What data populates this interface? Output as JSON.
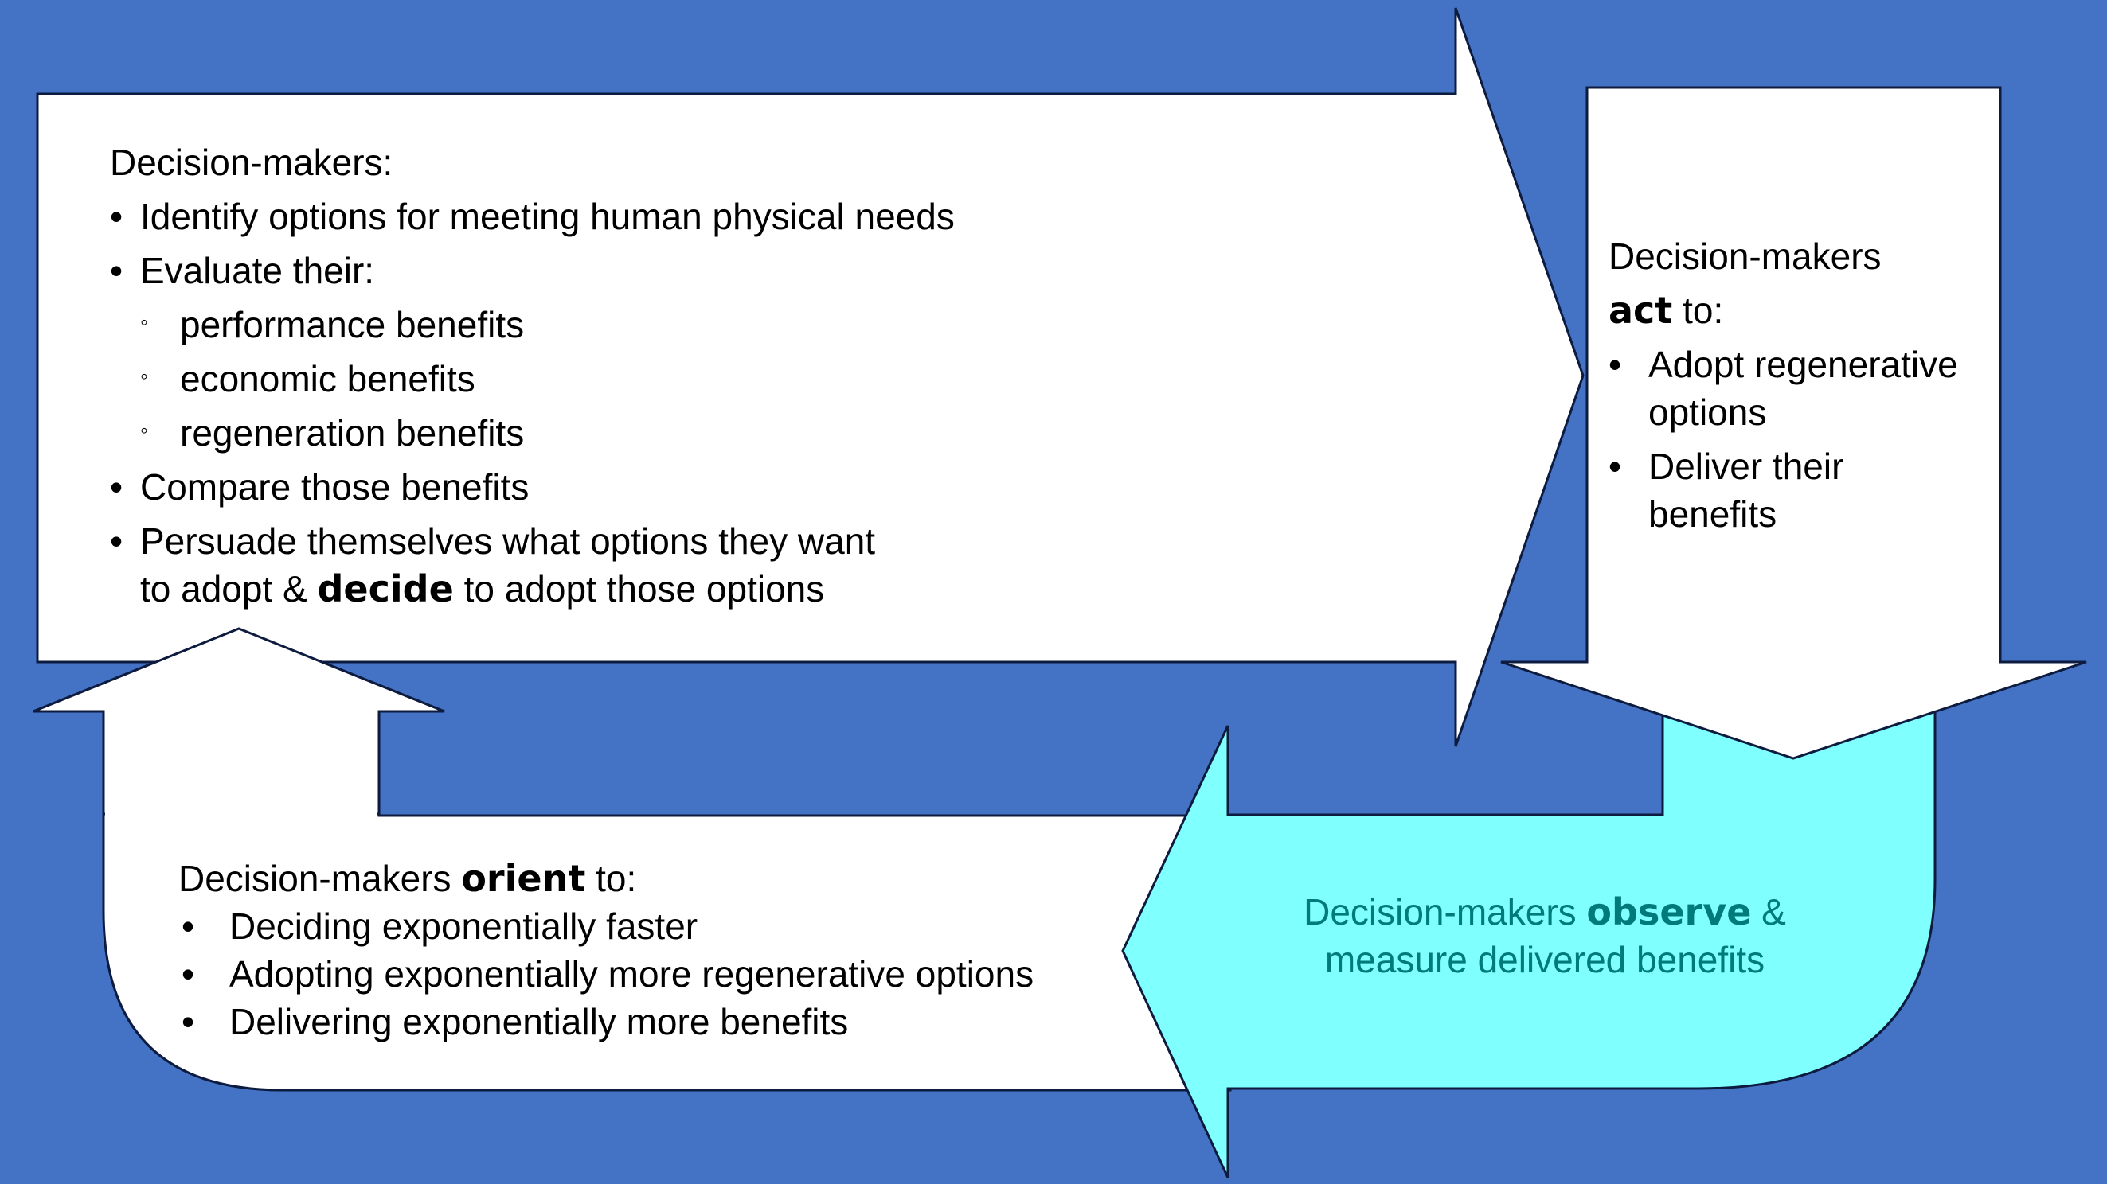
{
  "colors": {
    "background": "#4472c4",
    "arrow_fill": "#ffffff",
    "observe_fill": "#80ffff",
    "observe_text": "#007a7a",
    "outline": "#0d1b3e"
  },
  "decide": {
    "heading": "Decision-makers:",
    "item1": "Identify options for meeting human physical needs",
    "item2": "Evaluate their:",
    "sub1": "performance benefits",
    "sub2": "economic benefits",
    "sub3": "regeneration benefits",
    "item3": "Compare those benefits",
    "item4_line1": "Persuade themselves what options they want",
    "item4_line2_pre": "to adopt & ",
    "item4_bold": "decide",
    "item4_line2_post": " to adopt those options"
  },
  "act": {
    "heading_line1": "Decision-makers",
    "heading_bold": "act",
    "heading_post": " to:",
    "item1_line1": "Adopt regenerative",
    "item1_line2": "options",
    "item2_line1": "Deliver their",
    "item2_line2": "benefits"
  },
  "orient": {
    "heading_pre": "Decision-makers ",
    "heading_bold": "orient",
    "heading_post": " to:",
    "item1": "Deciding exponentially faster",
    "item2": "Adopting exponentially more regenerative options",
    "item3": "Delivering exponentially more benefits"
  },
  "observe": {
    "pre": "Decision-makers ",
    "bold": "observe",
    "post": " &",
    "line2": "measure delivered benefits"
  }
}
